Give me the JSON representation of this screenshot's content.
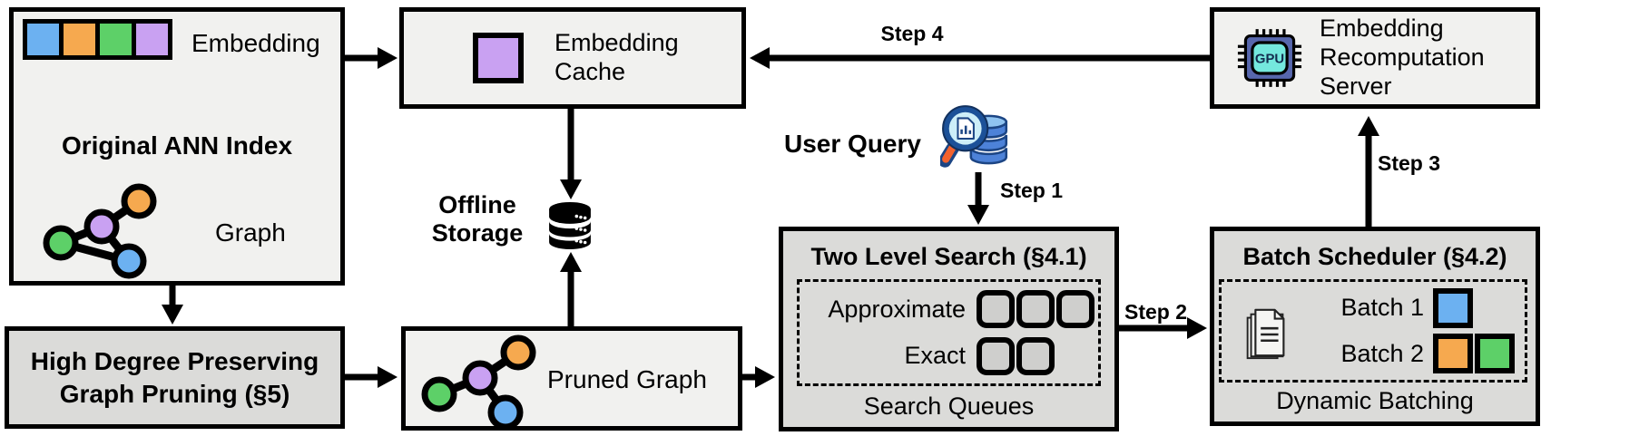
{
  "colors": {
    "blue": "#6cb1f1",
    "orange": "#f6a94f",
    "green": "#5dd068",
    "purple": "#c9a1f2",
    "uq-navy": "#1c4584",
    "uq-rim": "#1c5198",
    "uq-lens": "#cdeef8",
    "uq-handle": "#f2622e",
    "uq-db": "#4d82d8",
    "uq-db-top": "#8fc3f0",
    "gpu-body": "#5767ad",
    "gpu-core": "#74e8dd"
  },
  "original_index": {
    "title": "Original ANN Index",
    "embedding_label": "Embedding",
    "graph_label": "Graph"
  },
  "embedding_cache": {
    "title": "Embedding Cache"
  },
  "offline_storage": {
    "label": "Offline Storage"
  },
  "user_query": {
    "label": "User Query"
  },
  "two_level_search": {
    "title": "Two Level Search (§4.1)",
    "level1": "Approximate",
    "level2": "Exact",
    "caption": "Search Queues"
  },
  "batch_scheduler": {
    "title": "Batch Scheduler (§4.2)",
    "batch1": "Batch 1",
    "batch2": "Batch 2",
    "caption": "Dynamic Batching"
  },
  "recomputation_server": {
    "title": "Embedding Recomputation Server",
    "gpu_label": "GPU"
  },
  "graph_pruning": {
    "title": "High Degree Preserving Graph Pruning (§5)"
  },
  "pruned_graph": {
    "label": "Pruned Graph"
  },
  "steps": {
    "s1": "Step 1",
    "s2": "Step 2",
    "s3": "Step 3",
    "s4": "Step 4"
  }
}
